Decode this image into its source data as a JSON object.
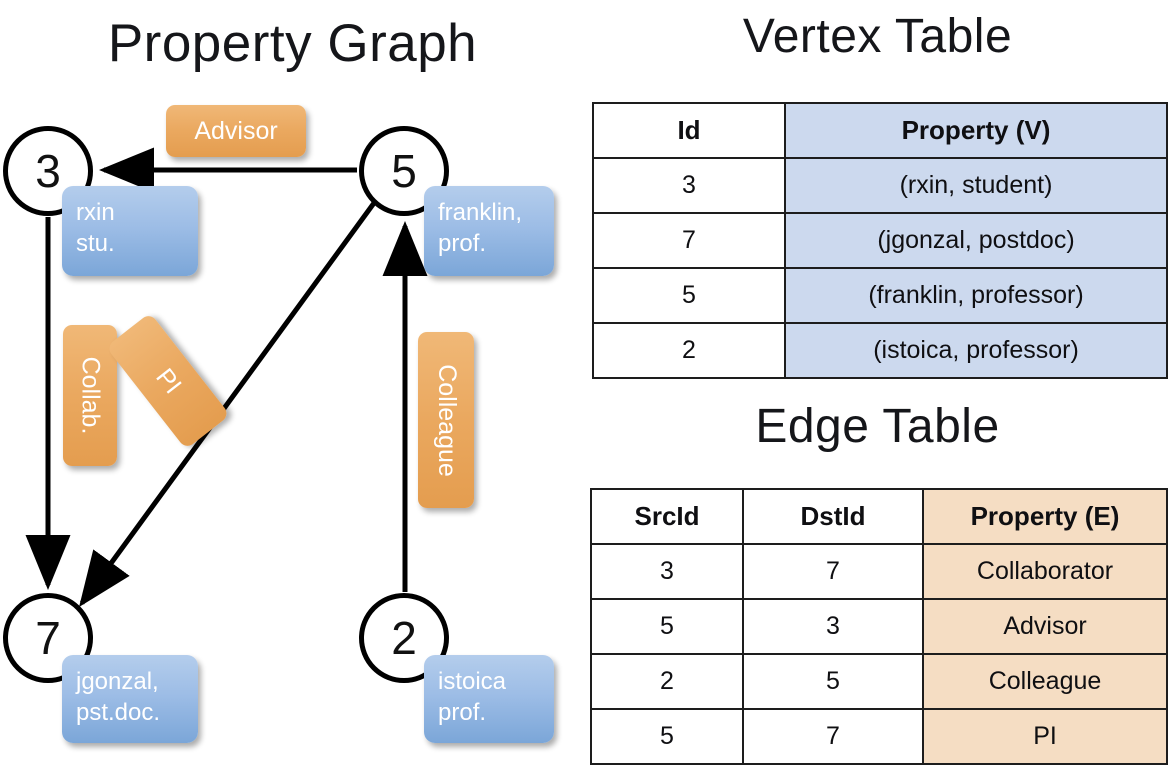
{
  "graph": {
    "title": "Property Graph",
    "vertices": [
      {
        "id": "3",
        "property": "rxin\nstu."
      },
      {
        "id": "5",
        "property": "franklin,\nprof."
      },
      {
        "id": "7",
        "property": "jgonzal,\npst.doc."
      },
      {
        "id": "2",
        "property": "istoica\nprof."
      }
    ],
    "edge_labels": [
      {
        "name": "advisor",
        "text": "Advisor",
        "from": "5",
        "to": "3"
      },
      {
        "name": "collab",
        "text": "Collab.",
        "from": "3",
        "to": "7"
      },
      {
        "name": "pi",
        "text": "PI",
        "from": "5",
        "to": "7"
      },
      {
        "name": "colleague",
        "text": "Colleague",
        "from": "2",
        "to": "5"
      }
    ]
  },
  "vertex_table": {
    "title": "Vertex Table",
    "headers": [
      "Id",
      "Property (V)"
    ],
    "rows": [
      {
        "id": "3",
        "property": "(rxin, student)"
      },
      {
        "id": "7",
        "property": "(jgonzal, postdoc)"
      },
      {
        "id": "5",
        "property": "(franklin, professor)"
      },
      {
        "id": "2",
        "property": "(istoica, professor)"
      }
    ]
  },
  "edge_table": {
    "title": "Edge Table",
    "headers": [
      "SrcId",
      "DstId",
      "Property (E)"
    ],
    "rows": [
      {
        "src": "3",
        "dst": "7",
        "property": "Collaborator"
      },
      {
        "src": "5",
        "dst": "3",
        "property": "Advisor"
      },
      {
        "src": "2",
        "dst": "5",
        "property": "Colleague"
      },
      {
        "src": "5",
        "dst": "7",
        "property": "PI"
      }
    ]
  },
  "colors": {
    "vertex_property_box": "#9dbde6",
    "edge_label_box": "#eaa85f",
    "vertex_table_property_cell": "#ccd9ee",
    "edge_table_property_cell": "#f5ddc3",
    "stroke": "#000000"
  }
}
